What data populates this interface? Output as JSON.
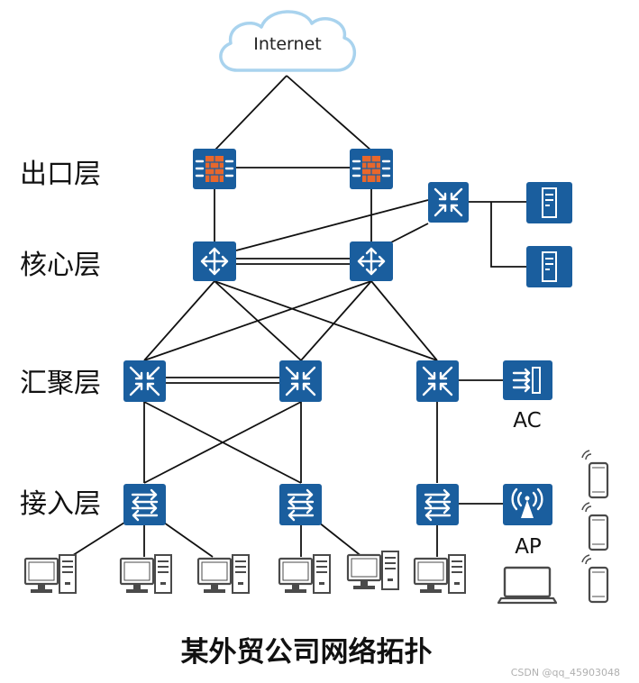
{
  "cloud": {
    "label": "Internet"
  },
  "layers": {
    "egress": "出口层",
    "core": "核心层",
    "aggregation": "汇聚层",
    "access": "接入层"
  },
  "devices": {
    "ac_label": "AC",
    "ap_label": "AP"
  },
  "title": "某外贸公司网络拓扑",
  "watermark": "CSDN @qq_45903048",
  "colors": {
    "device": "#1a5e9e",
    "firewall_brick": "#e8672c",
    "cloud_stroke": "#a9d3ee",
    "cloud_fill": "#ffffff",
    "terminal_gray": "#4a4a4a"
  }
}
